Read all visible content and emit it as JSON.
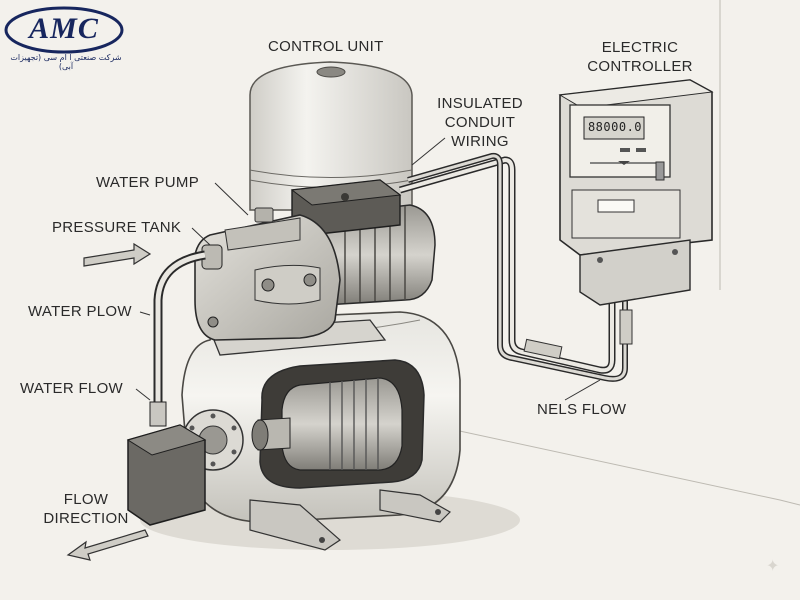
{
  "logo": {
    "text": "AMC",
    "subtitle": "شرکت صنعتی آ ام سی (تجهیزات آبی)"
  },
  "labels": {
    "control_unit": "CONTROL UNIT",
    "electric_controller": [
      "ELECTRIC",
      "CONTROLLER"
    ],
    "insulated_conduit_wiring": [
      "INSULATED",
      "CONDUIT",
      "WIRING"
    ],
    "water_pump": "WATER PUMP",
    "pressure_tank": "PRESSURE TANK",
    "water_plow": "WATER PLOW",
    "water_flow": "WATER FLOW",
    "nels_flow": "NELS FLOW",
    "flow_direction": [
      "FLOW",
      "DIRECTION"
    ]
  },
  "controller_display": {
    "reading": "88000.0"
  },
  "colors": {
    "background": "#f3f1ec",
    "ink": "#2a2a2a",
    "logo_blue": "#17265e",
    "metal": "#d8d7d2",
    "metal_dark": "#8e8c86"
  }
}
